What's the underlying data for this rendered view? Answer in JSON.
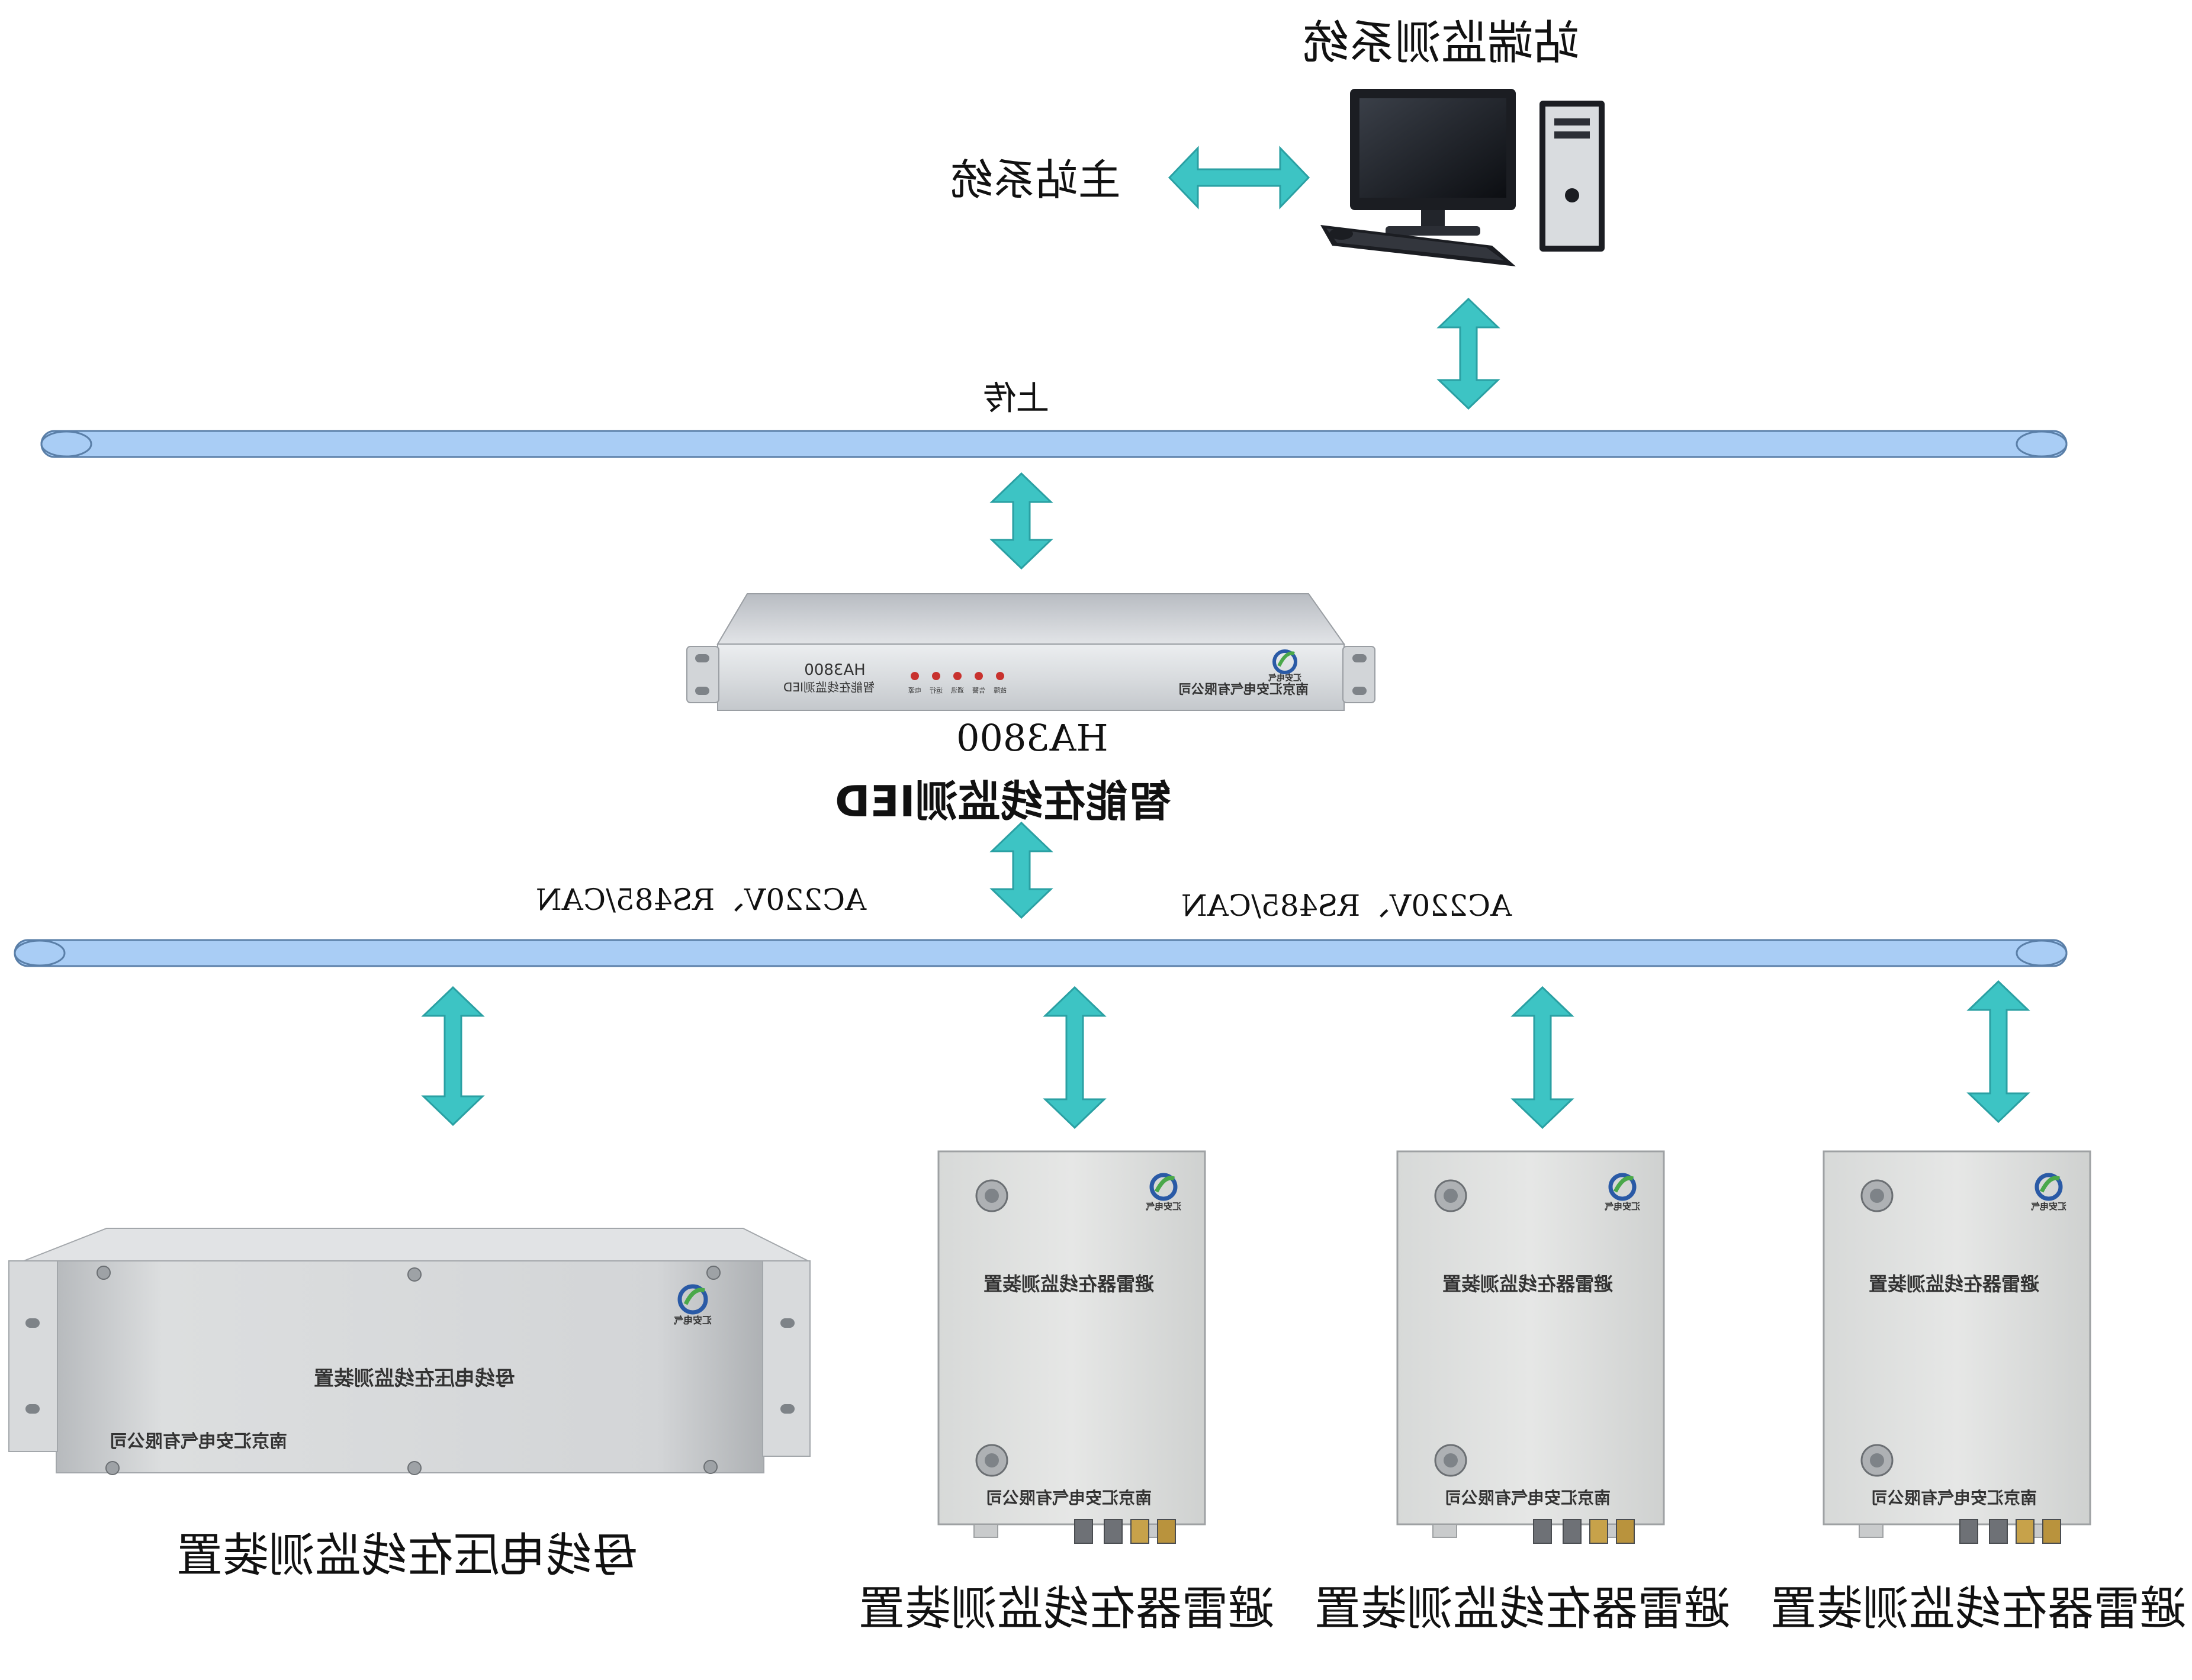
{
  "station_system": {
    "title": "站端监测系统"
  },
  "master_system": {
    "title": "主站系统"
  },
  "upload_bus": {
    "label": "上传"
  },
  "ied": {
    "model": "HA3800",
    "title": "智能在线监测IED",
    "panel_model": "HA3800",
    "panel_title": "智能在线监测IED",
    "panel_company": "南京汇安电气有限公司",
    "leds": [
      "电源",
      "运行",
      "通讯",
      "告警",
      "故障"
    ]
  },
  "field_bus": {
    "label_left": "AC220V、RS485/CAN",
    "label_right": "AC220V、RS485/CAN"
  },
  "bus_voltage_device": {
    "title": "母线电压在线监测装置",
    "panel_title": "母线电压在线监测装置",
    "panel_company": "南京汇安电气有限公司"
  },
  "arrester_devices": [
    {
      "title": "避雷器在线监测装置",
      "panel_title": "避雷器在线监测装置",
      "panel_company": "南京汇安电气有限公司"
    },
    {
      "title": "避雷器在线监测装置",
      "panel_title": "避雷器在线监测装置",
      "panel_company": "南京汇安电气有限公司"
    },
    {
      "title": "避雷器在线监测装置",
      "panel_title": "避雷器在线监测装置",
      "panel_company": "南京汇安电气有限公司"
    }
  ],
  "brand": {
    "logo_text": "汇安电气"
  },
  "colors": {
    "arrow": "#3dc4c4",
    "arrow_outline": "#2aa0a3",
    "bus_fill": "#a9cdf5",
    "bus_stroke": "#5a7fa8",
    "panel_silver": "#cdd0d4",
    "logo_blue": "#2a5aa6",
    "logo_green": "#4aa84a",
    "led_red": "#c8322e"
  }
}
